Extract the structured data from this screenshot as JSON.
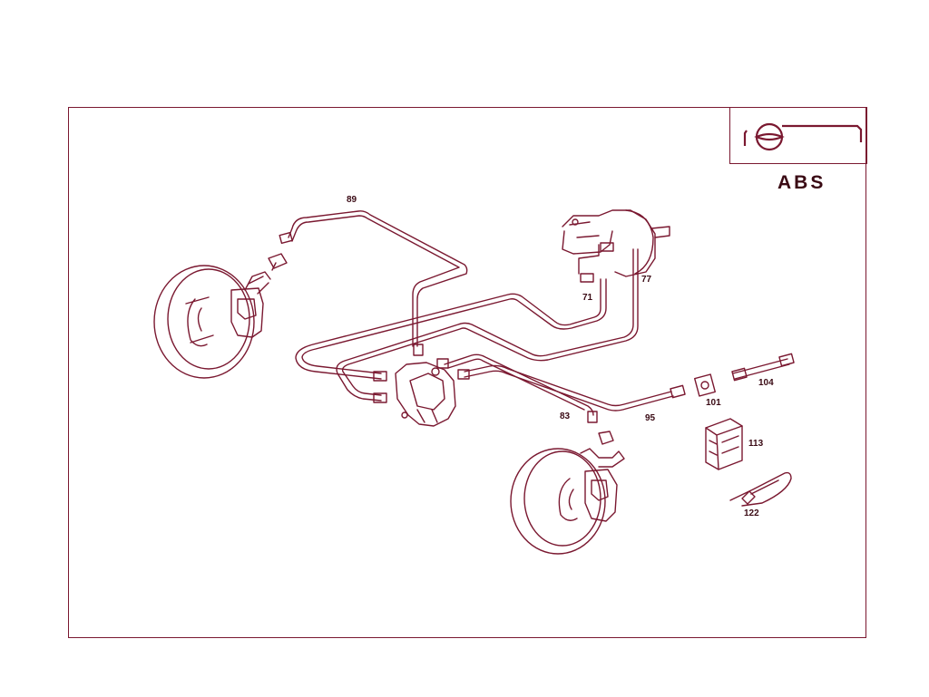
{
  "badge": {
    "text": "ABS"
  },
  "callouts": [
    "89",
    "77",
    "71",
    "83",
    "95",
    "101",
    "104",
    "113",
    "122"
  ],
  "colors": {
    "line": "#7a1830",
    "text": "#3a0a14",
    "background": "#ffffff"
  }
}
